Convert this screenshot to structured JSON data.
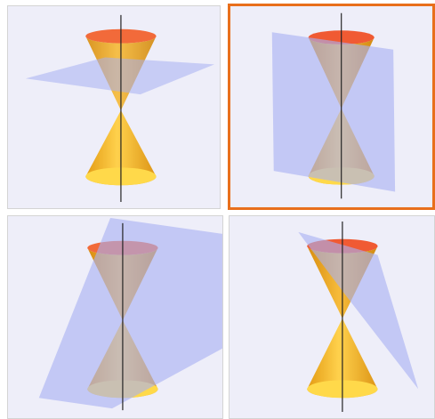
{
  "figure": {
    "panels": [
      {
        "id": "panel-1",
        "selected": false,
        "section": "horizontal-plane"
      },
      {
        "id": "panel-2",
        "selected": true,
        "section": "vertical-plane"
      },
      {
        "id": "panel-3",
        "selected": false,
        "section": "steep-slanted-plane"
      },
      {
        "id": "panel-4",
        "selected": false,
        "section": "shallow-slanted-plane"
      }
    ],
    "colors": {
      "background": "#eeeef9",
      "selection_border": "#e86f1c",
      "cone_orange": "#f2a81e",
      "cone_top_rim": "#f05a33",
      "cone_bottom_base": "#ffd94a",
      "plane": "#a8b0f2",
      "axis": "#222222"
    },
    "icons": [
      "double-cone-icon",
      "cutting-plane-icon",
      "axis-line-icon"
    ]
  }
}
